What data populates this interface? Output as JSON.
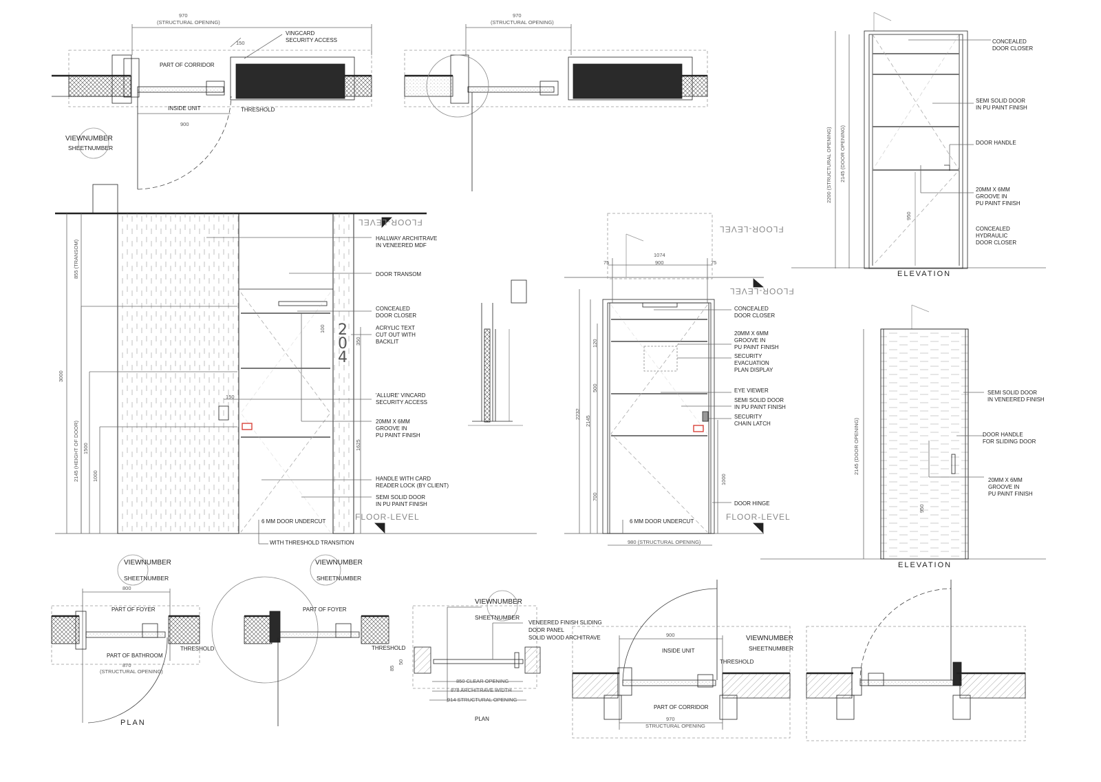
{
  "view_number": "VIEWNUMBER",
  "sheet_number": "SHEETNUMBER",
  "plan_top_left": {
    "structural_dim": "970",
    "structural_label": "(STRUCTURAL OPENING)",
    "clear_dim": "900",
    "small_dim": "150",
    "vingcard_1": "VINGCARD",
    "vingcard_2": "SECURITY ACCESS",
    "corridor": "PART OF CORRIDOR",
    "inside": "INSIDE UNIT",
    "threshold": "THRESHOLD"
  },
  "plan_top_mid": {
    "structural_dim": "970",
    "structural_label": "(STRUCTURAL OPENING)"
  },
  "elev_swing": {
    "closer_1": "CONCEALED",
    "closer_2": "DOOR CLOSER",
    "door_1": "SEMI SOLID DOOR",
    "door_2": "IN PU PAINT FINISH",
    "handle": "DOOR HANDLE",
    "groove_1": "20MM X 6MM",
    "groove_2": "GROOVE IN",
    "groove_3": "PU PAINT FINISH",
    "hyd_1": "CONCEALED",
    "hyd_2": "HYDRAULIC",
    "hyd_3": "DOOR CLOSER",
    "dim_struct": "2200 (STRUCTURAL OPENING)",
    "dim_door": "2145 (DOOR OPENING)",
    "dim_950": "950",
    "title": "ELEVATION"
  },
  "elev_main": {
    "floor_level": "FLOOR-LEVEL",
    "arch_1": "HALLWAY ARCHITRAVE",
    "arch_2": "IN VENEERED MDF",
    "transom": "DOOR TRANSOM",
    "closer_1": "CONCEALED",
    "closer_2": "DOOR CLOSER",
    "acrylic_1": "ACRYLIC TEXT",
    "acrylic_2": "CUT OUT WITH",
    "acrylic_3": "BACKLIT",
    "vincard_1": "'ALLURE' VINCARD",
    "vincard_2": "SECURITY ACCESS",
    "groove_1": "20MM X 6MM",
    "groove_2": "GROOVE IN",
    "groove_3": "PU PAINT FINISH",
    "handle_1": "HANDLE WITH CARD",
    "handle_2": "READER LOCK (BY CLIENT)",
    "door_1": "SEMI SOLID DOOR",
    "door_2": "IN PU PAINT FINISH",
    "undercut": "6 MM DOOR UNDERCUT",
    "threshold": "WITH THRESHOLD TRANSITION",
    "room_number": "204",
    "dim_3000": "3000",
    "dim_855": "855 (TRANSOM)",
    "dim_2145": "2145 (HEIGHT OF DOOR)",
    "dim_1500": "1500",
    "dim_1000": "1000",
    "dim_1625": "1625",
    "dim_350": "350",
    "dim_150": "150",
    "dim_100": "100"
  },
  "elev_center": {
    "floor_level": "FLOOR-LEVEL",
    "dim_1074": "1074",
    "dim_900": "900",
    "dim_75": "75",
    "dim_2232": "2232",
    "dim_2145": "2145",
    "dim_120": "120",
    "dim_500": "500",
    "dim_700": "700",
    "dim_1000": "1000",
    "closer_1": "CONCEALED",
    "closer_2": "DOOR CLOSER",
    "groove_1": "20MM X 6MM",
    "groove_2": "GROOVE IN",
    "groove_3": "PU PAINT FINISH",
    "sec_1": "SECURITY",
    "sec_2": "EVACUATION",
    "sec_3": "PLAN DISPLAY",
    "eye": "EYE VIEWER",
    "door_1": "SEMI SOLID DOOR",
    "door_2": "IN PU PAINT FINISH",
    "chain_1": "SECURITY",
    "chain_2": "CHAIN LATCH",
    "hinge": "DOOR HINGE",
    "undercut": "6 MM DOOR UNDERCUT",
    "struct": "980 (STRUCTURAL OPENING)"
  },
  "elev_sliding": {
    "door_1": "SEMI SOLID DOOR",
    "door_2": "IN VENEERED FINISH",
    "handle_1": "DOOR HANDLE",
    "handle_2": "FOR SLIDING DOOR",
    "groove_1": "20MM X 6MM",
    "groove_2": "GROOVE IN",
    "groove_3": "PU PAINT FINISH",
    "dim_2145": "2145 (DOOR OPENING)",
    "dim_950": "950",
    "title": "ELEVATION"
  },
  "plan_bath": {
    "dim_800": "800",
    "foyer": "PART OF FOYER",
    "bathroom": "PART OF BATHROOM",
    "threshold": "THRESHOLD",
    "dim_870": "870",
    "structural_label": "(STRUCTURAL OPENING)",
    "title": "PLAN"
  },
  "plan_bath_2": {
    "foyer": "PART OF FOYER",
    "threshold": "THRESHOLD"
  },
  "plan_sliding": {
    "v_1": "VENEERED FINISH SLIDING",
    "v_2": "DOOR PANEL",
    "v_3": "SOLID WOOD ARCHITRAVE",
    "clear": "850 CLEAR OPENING",
    "arch": "878 ARCHITRAVE WIDTH",
    "struct": "914 STRUCTURAL OPENING",
    "dim_85": "85",
    "dim_50": "50",
    "title": "PLAN"
  },
  "plan_bottom_right": {
    "dim_900": "900",
    "inside": "INSIDE UNIT",
    "threshold": "THRESHOLD",
    "corridor": "PART OF CORRIDOR",
    "dim_970": "970",
    "structural_label": "STRUCTURAL OPENING"
  },
  "colors": {
    "ink": "#222222",
    "dark_fill": "#2a2a2a",
    "red": "#d9433a",
    "grid": "#999999"
  }
}
